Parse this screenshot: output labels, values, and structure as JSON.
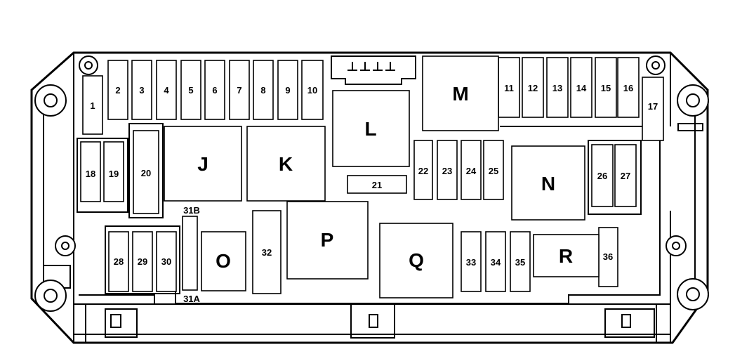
{
  "fuses": {
    "f1": "1",
    "f2": "2",
    "f3": "3",
    "f4": "4",
    "f5": "5",
    "f6": "6",
    "f7": "7",
    "f8": "8",
    "f9": "9",
    "f10": "10",
    "f11": "11",
    "f12": "12",
    "f13": "13",
    "f14": "14",
    "f15": "15",
    "f16": "16",
    "f17": "17",
    "f18": "18",
    "f19": "19",
    "f20": "20",
    "f21": "21",
    "f22": "22",
    "f23": "23",
    "f24": "24",
    "f25": "25",
    "f26": "26",
    "f27": "27",
    "f28": "28",
    "f29": "29",
    "f30": "30",
    "f32": "32",
    "f33": "33",
    "f34": "34",
    "f35": "35",
    "f36": "36"
  },
  "relays": {
    "J": "J",
    "K": "K",
    "L": "L",
    "M": "M",
    "N": "N",
    "O": "O",
    "P": "P",
    "Q": "Q",
    "R": "R"
  },
  "connectors": {
    "c31a": "31A",
    "c31b": "31B"
  }
}
